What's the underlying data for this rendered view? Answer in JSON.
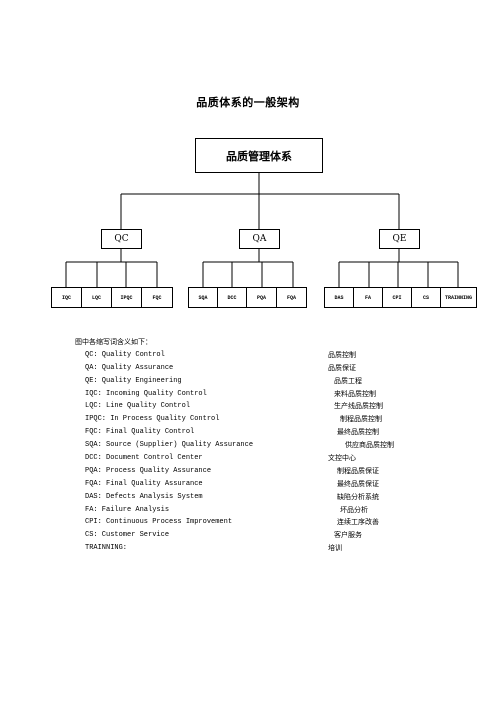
{
  "page_title": "品质体系的一般架构",
  "org_chart": {
    "root": "品质管理体系",
    "groups": [
      {
        "label": "QC",
        "children": [
          "IQC",
          "LQC",
          "IPQC",
          "FQC"
        ]
      },
      {
        "label": "QA",
        "children": [
          "SQA",
          "DCC",
          "PQA",
          "FQA"
        ]
      },
      {
        "label": "QE",
        "children": [
          "DAS",
          "FA",
          "CPI",
          "CS",
          "TRAINNING"
        ]
      }
    ]
  },
  "legend": {
    "title": "图中各缩写词含义如下：",
    "entries": [
      {
        "en": "QC: Quality Control",
        "zh": "品质控制"
      },
      {
        "en": "QA: Quality Assurance",
        "zh": "品质保证"
      },
      {
        "en": "QE: Quality Engineering",
        "zh": "品质工程"
      },
      {
        "en": "IQC: Incoming  Quality Control",
        "zh": "来料品质控制"
      },
      {
        "en": "LQC: Line Quality Control",
        "zh": "生产线品质控制"
      },
      {
        "en": "IPQC: In Process Quality Control",
        "zh": "制程品质控制"
      },
      {
        "en": "FQC: Final Quality Control",
        "zh": "最终品质控制"
      },
      {
        "en": "SQA: Source (Supplier) Quality Assurance",
        "zh": "供应商品质控制"
      },
      {
        "en": "DCC: Document Control Center",
        "zh": "文控中心"
      },
      {
        "en": "PQA: Process Quality Assurance",
        "zh": "制程品质保证"
      },
      {
        "en": "FQA: Final Quality Assurance",
        "zh": "最终品质保证"
      },
      {
        "en": "DAS: Defects Analysis System",
        "zh": "缺陷分析系统"
      },
      {
        "en": "FA: Failure Analysis",
        "zh": "坏品分析"
      },
      {
        "en": "CPI: Continuous Process Improvement",
        "zh": "连续工序改善"
      },
      {
        "en": "CS:  Customer Service",
        "zh": "客户服务"
      },
      {
        "en": "TRAINNING:",
        "zh": "培训"
      }
    ]
  }
}
